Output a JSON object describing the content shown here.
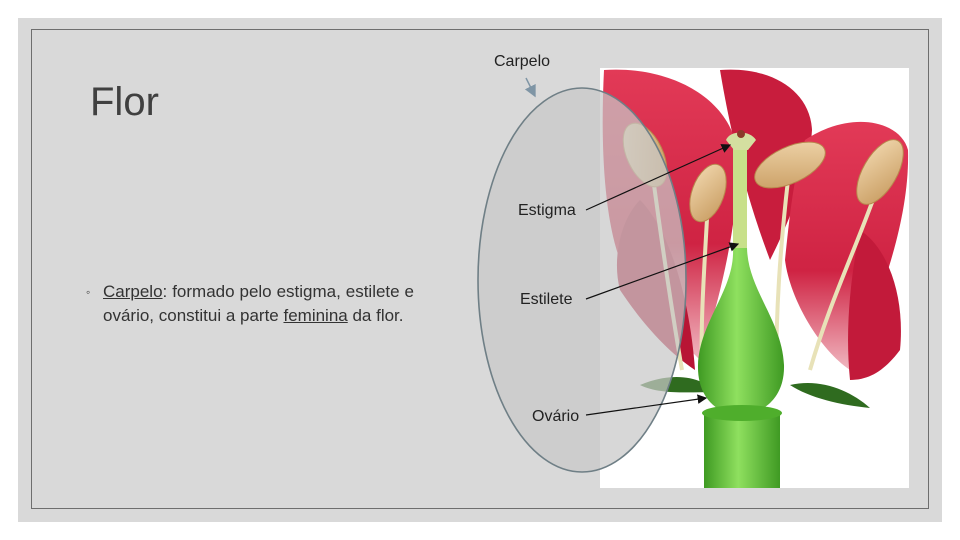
{
  "title": "Flor",
  "bullet": {
    "marker": "◦",
    "term": "Carpelo",
    "after_term": ": formado pelo estigma, estilete e ovário, constitui a parte ",
    "emph": "feminina",
    "tail": " da flor."
  },
  "labels": {
    "carpelo": "Carpelo",
    "estigma": "Estigma",
    "estilete": "Estilete",
    "ovario": "Ovário"
  },
  "colors": {
    "slide_bg": "#d9d9d9",
    "petal": "#d92b4a",
    "petal_dark": "#a8102b",
    "green": "#5ec23a",
    "anther": "#e3c08f"
  }
}
